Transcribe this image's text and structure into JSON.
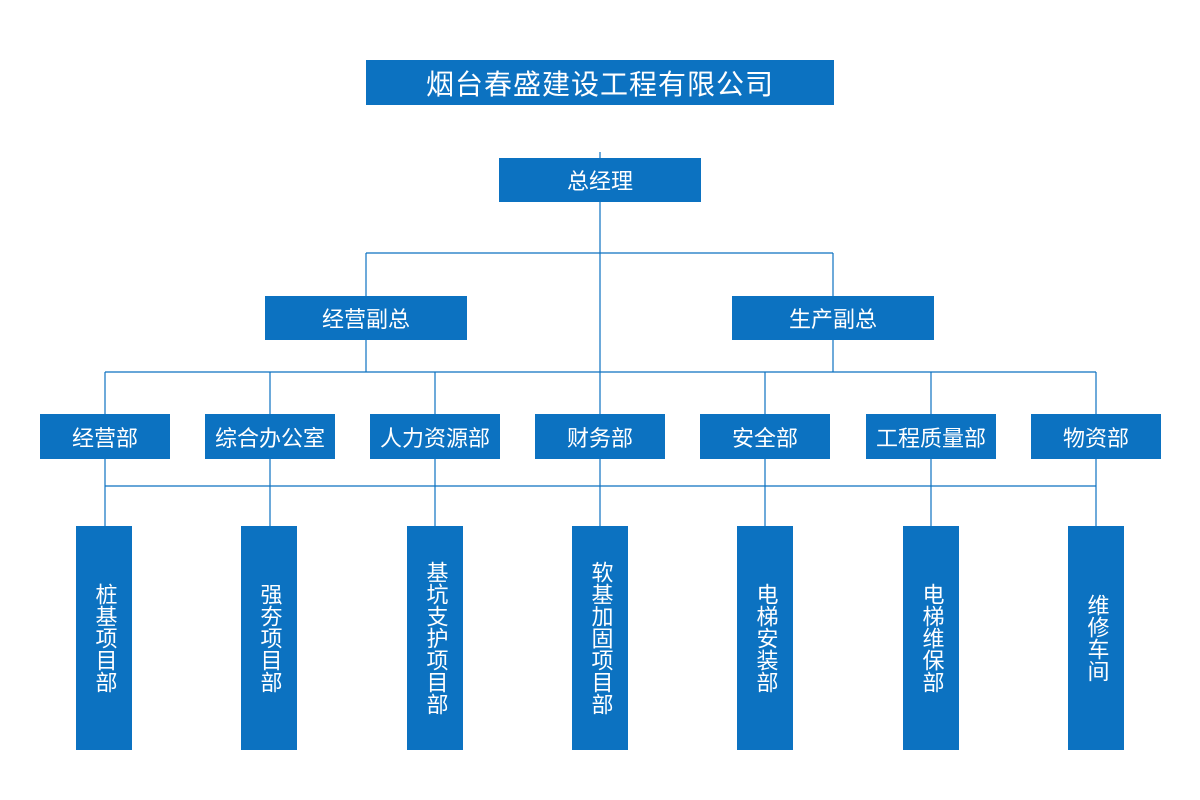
{
  "title": "烟台春盛建设工程有限公司",
  "general_manager": "总经理",
  "vice": {
    "business": "经营副总",
    "production": "生产副总"
  },
  "departments": [
    "经营部",
    "综合办公室",
    "人力资源部",
    "财务部",
    "安全部",
    "工程质量部",
    "物资部"
  ],
  "units": [
    "桩基项目部",
    "强夯项目部",
    "基坑支护项目部",
    "软基加固项目部",
    "电梯安装部",
    "电梯维保部",
    "维修车间"
  ],
  "colors": {
    "box": "#0c72c1",
    "line": "#0c72c1",
    "text": "#ffffff"
  }
}
